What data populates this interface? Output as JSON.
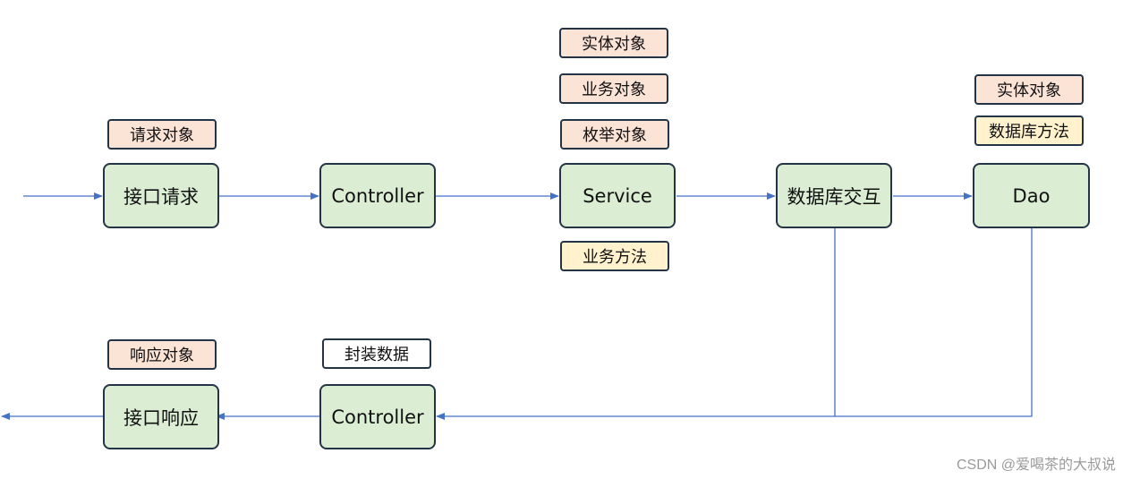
{
  "nodes": {
    "interface_request": "接口请求",
    "controller_top": "Controller",
    "service": "Service",
    "db_interaction": "数据库交互",
    "dao": "Dao",
    "controller_bottom": "Controller",
    "interface_response": "接口响应"
  },
  "tags": {
    "request_object": "请求对象",
    "service_entity_object": "实体对象",
    "service_business_object": "业务对象",
    "service_enum_object": "枚举对象",
    "service_business_method": "业务方法",
    "dao_entity_object": "实体对象",
    "dao_db_method": "数据库方法",
    "response_object": "响应对象",
    "wrap_data": "封装数据"
  },
  "watermark": "CSDN @爱喝茶的大叔说",
  "colors": {
    "node_fill": "#dbeed4",
    "object_tag_fill": "#fbe3d6",
    "method_tag_fill": "#fff2cc",
    "border": "#243447",
    "arrow": "#4472c4"
  }
}
